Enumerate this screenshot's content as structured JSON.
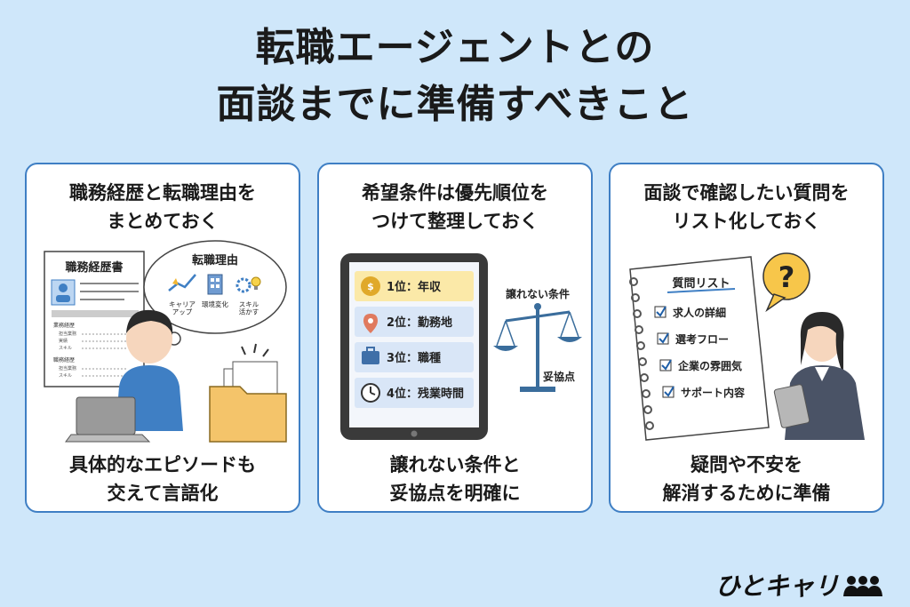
{
  "title": {
    "line1": "転職エージェントとの",
    "line2": "面談までに準備すべきこと"
  },
  "cards": [
    {
      "head1": "職務経歴と転職理由を",
      "head2": "まとめておく",
      "resume_title": "職務経歴書",
      "resume_sec1": "業務経歴",
      "resume_sec1_items": [
        "担当業務",
        "実績",
        "スキル"
      ],
      "resume_sec2": "職務経歴",
      "resume_sec2_items": [
        "担当業務",
        "スキル"
      ],
      "bubble_title": "転職理由",
      "bubble_items": [
        "キャリア\nアップ",
        "環境変化",
        "スキル\n活かす"
      ],
      "foot1": "具体的なエピソードも",
      "foot2": "交えて言語化"
    },
    {
      "head1": "希望条件は優先順位を",
      "head2": "つけて整理しておく",
      "priorities": [
        "1位：年収",
        "2位：勤務地",
        "3位：職種",
        "4位：残業時間"
      ],
      "scale_top": "譲れない条件",
      "scale_bottom": "妥協点",
      "foot1": "譲れない条件と",
      "foot2": "妥協点を明確に"
    },
    {
      "head1": "面談で確認したい質問を",
      "head2": "リスト化しておく",
      "list_title": "質問リスト",
      "questions": [
        "求人の詳細",
        "選考フロー",
        "企業の雰囲気",
        "サポート内容"
      ],
      "foot1": "疑問や不安を",
      "foot2": "解消するために準備"
    }
  ],
  "logo": "ひとキャリ",
  "colors": {
    "background": "#cfe7fa",
    "border": "#3f7fc4",
    "tablet": "#3a3a3a"
  }
}
